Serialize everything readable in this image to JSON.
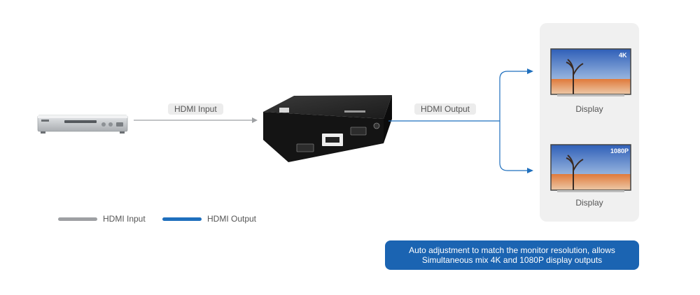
{
  "colors": {
    "input_line": "#9ea0a3",
    "output_line": "#1f6fbd",
    "note_bg": "#1b64b2",
    "panel_bg": "#f0f0f0"
  },
  "labels": {
    "input_pill": "HDMI Input",
    "output_pill": "HDMI Output",
    "display_1": "Display",
    "display_2": "Display",
    "res_1": "4K",
    "res_2": "1080P"
  },
  "legend": {
    "input": "HDMI Input",
    "output": "HDMI Output"
  },
  "note": {
    "line1": "Auto adjustment to match the monitor resolution, allows",
    "line2": "Simultaneous mix 4K and 1080P display outputs"
  }
}
